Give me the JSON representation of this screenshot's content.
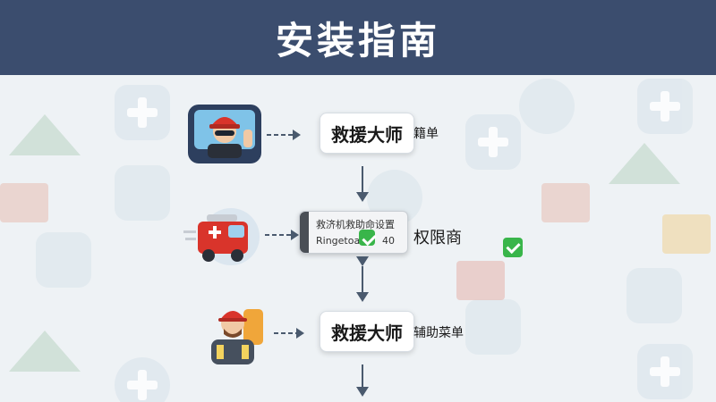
{
  "header": {
    "title": "安装指南"
  },
  "steps": [
    {
      "main": "救援大师",
      "suffix": "籍单"
    },
    {
      "popup_line1": "救济机救助命设置",
      "popup_line2": "Ringetoa.",
      "popup_line2_tail": "40",
      "suffix": "权限商"
    },
    {
      "main": "救援大师",
      "suffix": "辅助菜单"
    }
  ],
  "icons": [
    "firefighter-in-truck-icon",
    "fire-truck-icon",
    "rescuer-with-backpack-icon",
    "checkmark-icon"
  ],
  "colors": {
    "header_bg": "#3b4d6e",
    "arrow": "#4a5a6e",
    "check_green": "#39b54a",
    "card_bg": "#ffffff",
    "page_bg": "#eef2f5"
  }
}
